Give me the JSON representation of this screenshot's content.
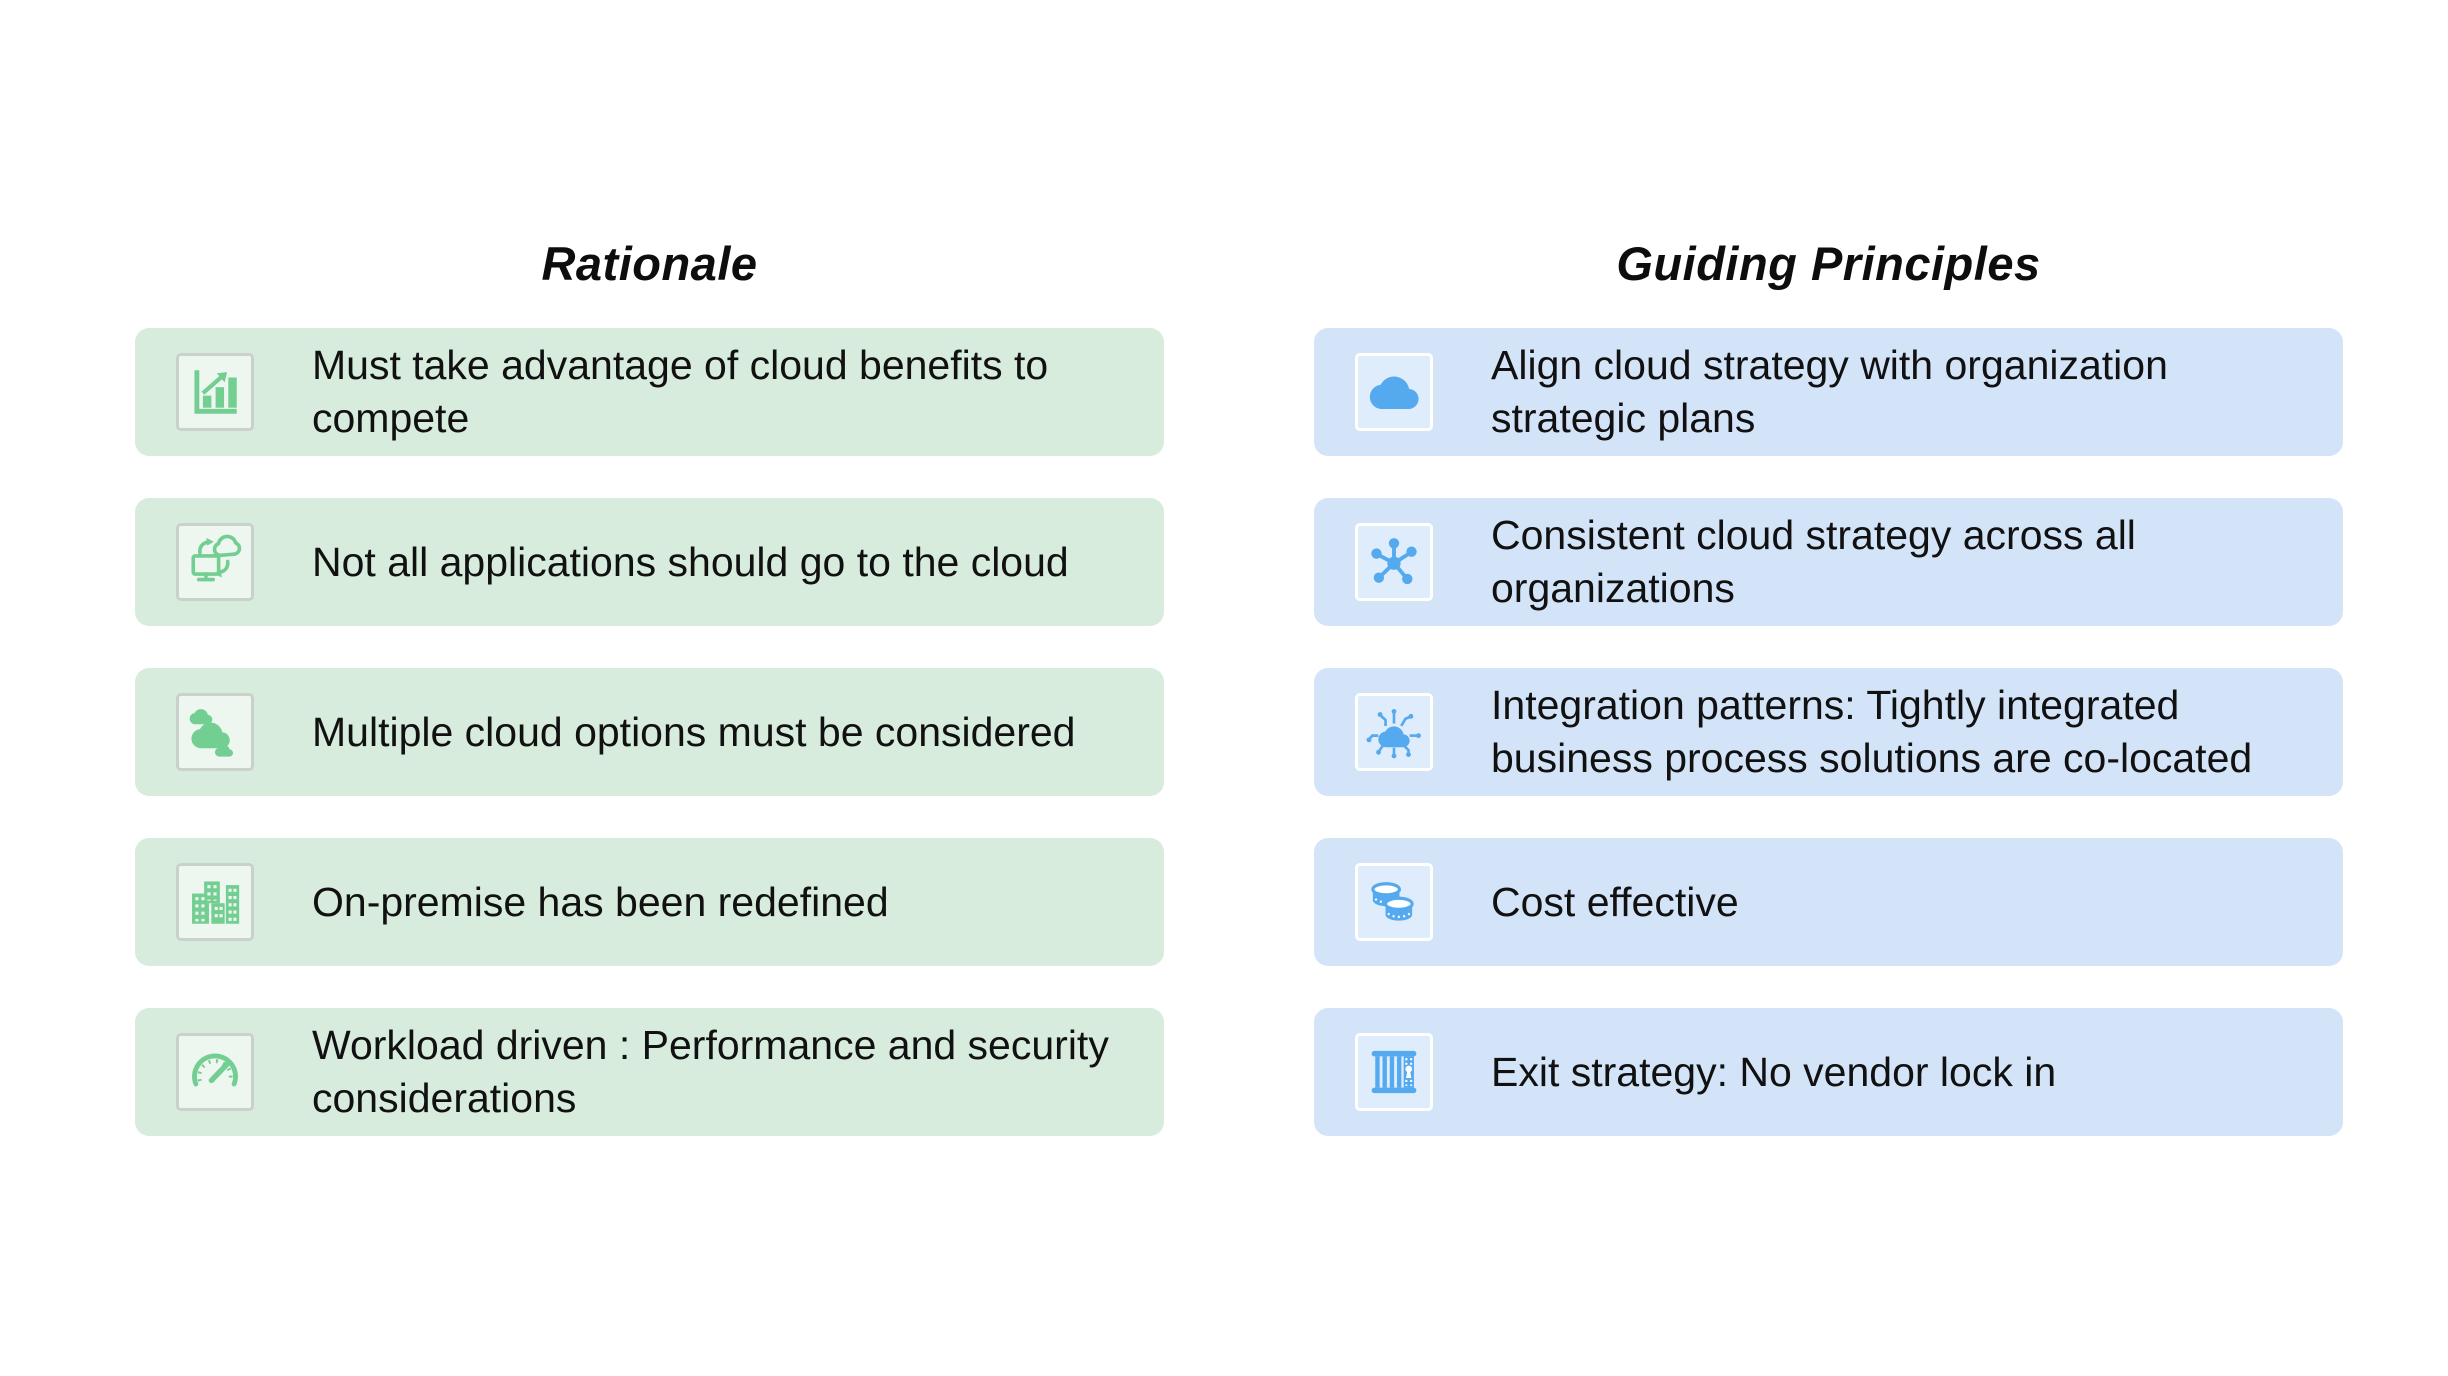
{
  "page": {
    "background": "#ffffff"
  },
  "columns": [
    {
      "title": "Rationale",
      "theme": {
        "pill_bg": "#d7ecdd",
        "icon_color": "#73ce92",
        "icon_box_bg": "#eef6f0",
        "icon_box_border": "#c9d2ca",
        "text_color": "#111111"
      },
      "items": [
        {
          "icon": "bar-chart-growth-icon",
          "text": "Must take advantage of cloud benefits to compete"
        },
        {
          "icon": "cloud-computer-sync-icon",
          "text": "Not all applications should go to the cloud"
        },
        {
          "icon": "multi-cloud-icon",
          "text": "Multiple cloud options must be considered"
        },
        {
          "icon": "city-buildings-icon",
          "text": "On-premise has been redefined"
        },
        {
          "icon": "speedometer-icon",
          "text": "Workload driven : Performance and security considerations"
        }
      ]
    },
    {
      "title": "Guiding Principles",
      "theme": {
        "pill_bg": "#d4e4f8",
        "icon_color": "#55aaef",
        "icon_box_bg": "#dfecfb",
        "icon_box_border": "#ffffff",
        "text_color": "#111111"
      },
      "items": [
        {
          "icon": "cloud-icon",
          "text": "Align cloud strategy with organization strategic plans"
        },
        {
          "icon": "network-hub-icon",
          "text": "Consistent cloud strategy across all organizations"
        },
        {
          "icon": "cloud-circuit-icon",
          "text": "Integration patterns: Tightly integrated business process solutions are co-located"
        },
        {
          "icon": "coin-stacks-icon",
          "text": "Cost effective"
        },
        {
          "icon": "jail-bars-lock-icon",
          "text": "Exit strategy: No vendor lock in"
        }
      ]
    }
  ]
}
